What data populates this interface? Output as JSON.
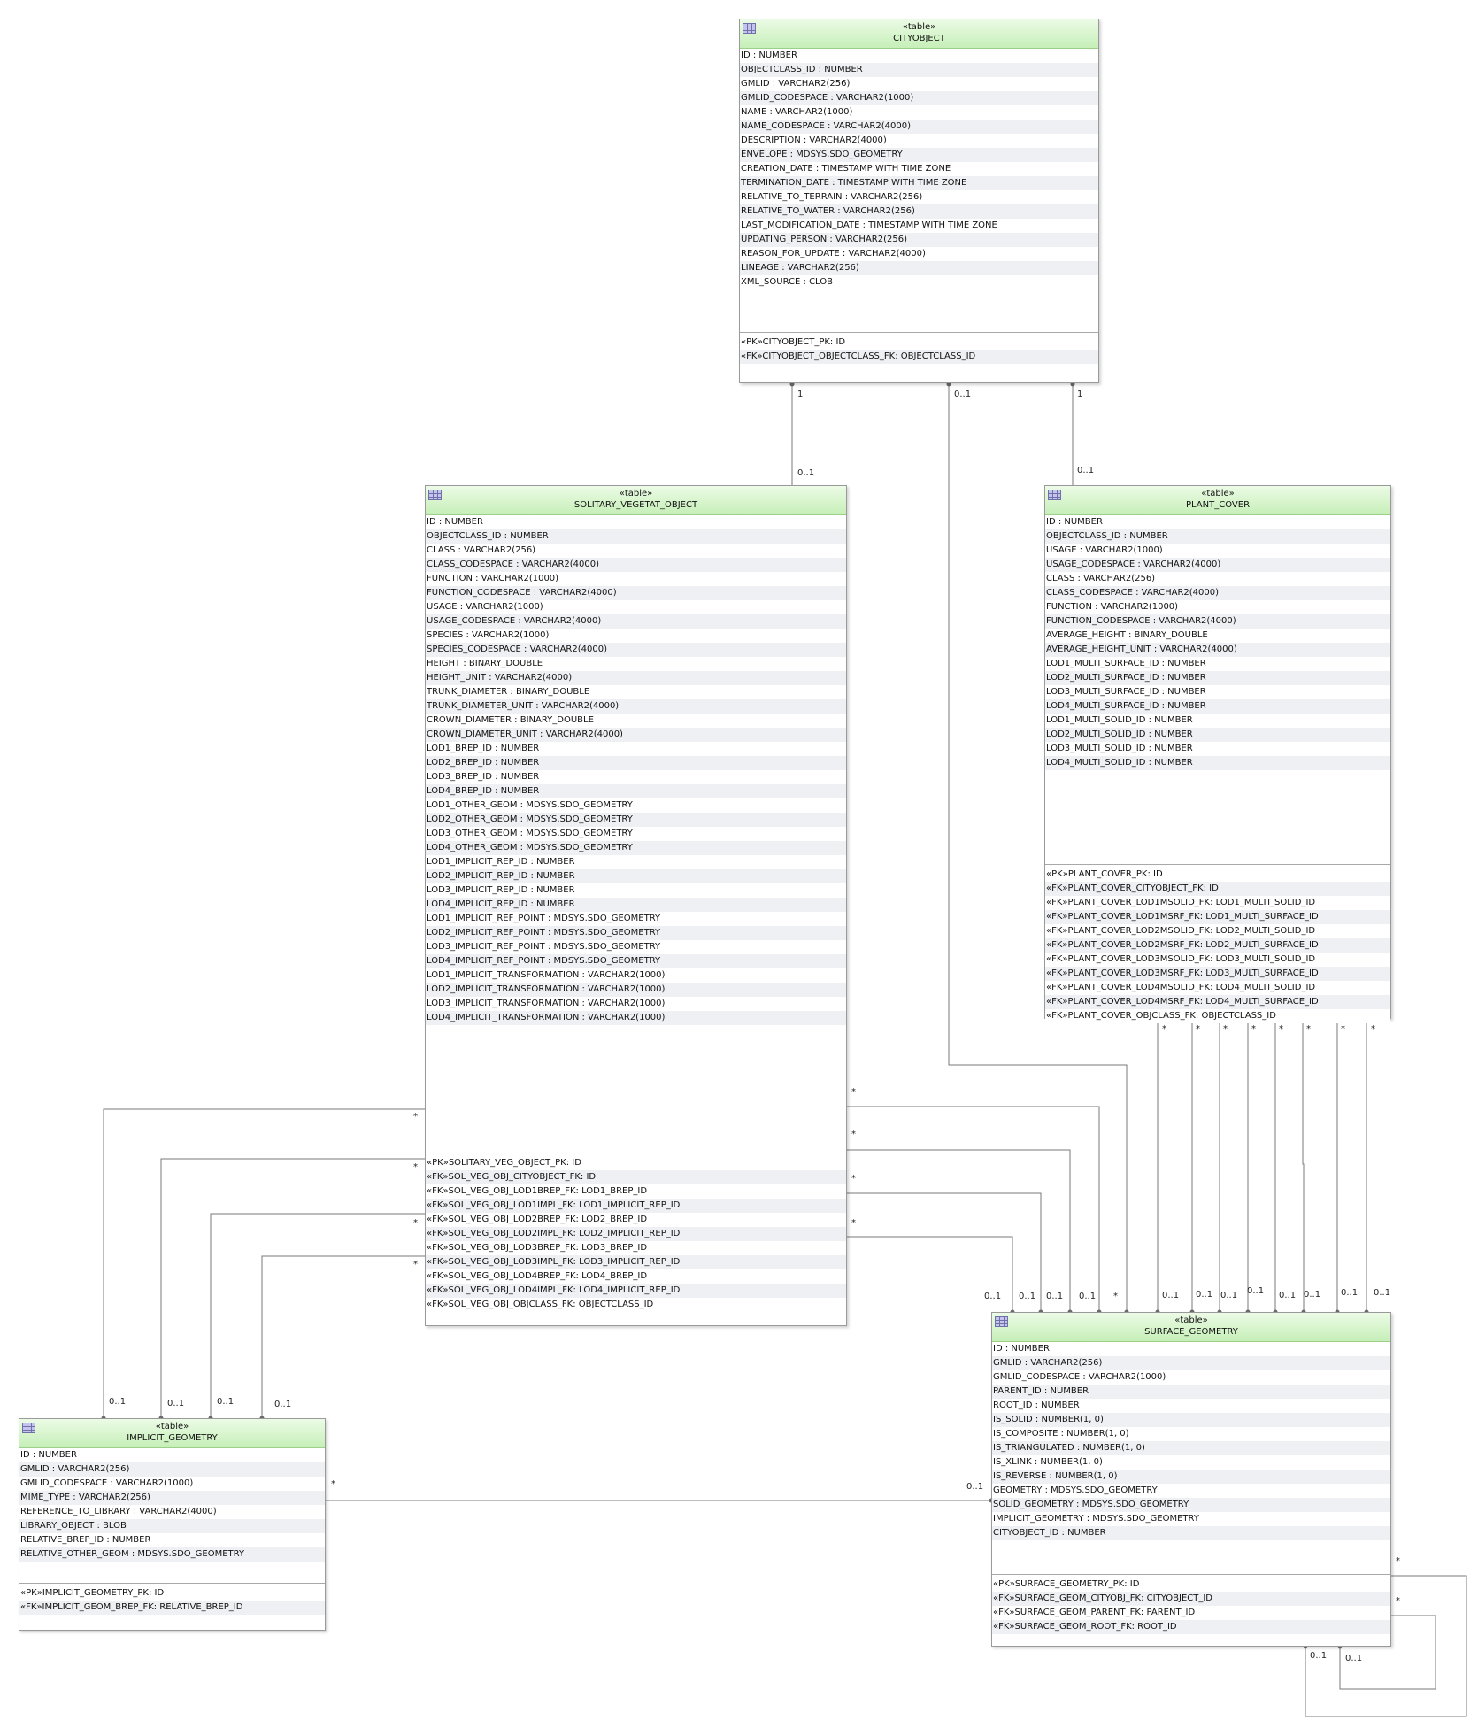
{
  "tables": {
    "cityobject": {
      "stereotype": "«table»",
      "name": "CITYOBJECT",
      "columns": [
        "ID : NUMBER",
        "OBJECTCLASS_ID : NUMBER",
        "GMLID : VARCHAR2(256)",
        "GMLID_CODESPACE : VARCHAR2(1000)",
        "NAME : VARCHAR2(1000)",
        "NAME_CODESPACE : VARCHAR2(4000)",
        "DESCRIPTION : VARCHAR2(4000)",
        "ENVELOPE : MDSYS.SDO_GEOMETRY",
        "CREATION_DATE : TIMESTAMP WITH TIME ZONE",
        "TERMINATION_DATE : TIMESTAMP WITH TIME ZONE",
        "RELATIVE_TO_TERRAIN : VARCHAR2(256)",
        "RELATIVE_TO_WATER : VARCHAR2(256)",
        "LAST_MODIFICATION_DATE : TIMESTAMP WITH TIME ZONE",
        "UPDATING_PERSON : VARCHAR2(256)",
        "REASON_FOR_UPDATE : VARCHAR2(4000)",
        "LINEAGE : VARCHAR2(256)",
        "XML_SOURCE : CLOB"
      ],
      "keys": [
        "«PK»CITYOBJECT_PK: ID",
        "«FK»CITYOBJECT_OBJECTCLASS_FK: OBJECTCLASS_ID"
      ]
    },
    "solitary": {
      "stereotype": "«table»",
      "name": "SOLITARY_VEGETAT_OBJECT",
      "columns": [
        "ID : NUMBER",
        "OBJECTCLASS_ID : NUMBER",
        "CLASS : VARCHAR2(256)",
        "CLASS_CODESPACE : VARCHAR2(4000)",
        "FUNCTION : VARCHAR2(1000)",
        "FUNCTION_CODESPACE : VARCHAR2(4000)",
        "USAGE : VARCHAR2(1000)",
        "USAGE_CODESPACE : VARCHAR2(4000)",
        "SPECIES : VARCHAR2(1000)",
        "SPECIES_CODESPACE : VARCHAR2(4000)",
        "HEIGHT : BINARY_DOUBLE",
        "HEIGHT_UNIT : VARCHAR2(4000)",
        "TRUNK_DIAMETER : BINARY_DOUBLE",
        "TRUNK_DIAMETER_UNIT : VARCHAR2(4000)",
        "CROWN_DIAMETER : BINARY_DOUBLE",
        "CROWN_DIAMETER_UNIT : VARCHAR2(4000)",
        "LOD1_BREP_ID : NUMBER",
        "LOD2_BREP_ID : NUMBER",
        "LOD3_BREP_ID : NUMBER",
        "LOD4_BREP_ID : NUMBER",
        "LOD1_OTHER_GEOM : MDSYS.SDO_GEOMETRY",
        "LOD2_OTHER_GEOM : MDSYS.SDO_GEOMETRY",
        "LOD3_OTHER_GEOM : MDSYS.SDO_GEOMETRY",
        "LOD4_OTHER_GEOM : MDSYS.SDO_GEOMETRY",
        "LOD1_IMPLICIT_REP_ID : NUMBER",
        "LOD2_IMPLICIT_REP_ID : NUMBER",
        "LOD3_IMPLICIT_REP_ID : NUMBER",
        "LOD4_IMPLICIT_REP_ID : NUMBER",
        "LOD1_IMPLICIT_REF_POINT : MDSYS.SDO_GEOMETRY",
        "LOD2_IMPLICIT_REF_POINT : MDSYS.SDO_GEOMETRY",
        "LOD3_IMPLICIT_REF_POINT : MDSYS.SDO_GEOMETRY",
        "LOD4_IMPLICIT_REF_POINT : MDSYS.SDO_GEOMETRY",
        "LOD1_IMPLICIT_TRANSFORMATION : VARCHAR2(1000)",
        "LOD2_IMPLICIT_TRANSFORMATION : VARCHAR2(1000)",
        "LOD3_IMPLICIT_TRANSFORMATION : VARCHAR2(1000)",
        "LOD4_IMPLICIT_TRANSFORMATION : VARCHAR2(1000)"
      ],
      "keys": [
        "«PK»SOLITARY_VEG_OBJECT_PK: ID",
        "«FK»SOL_VEG_OBJ_CITYOBJECT_FK: ID",
        "«FK»SOL_VEG_OBJ_LOD1BREP_FK: LOD1_BREP_ID",
        "«FK»SOL_VEG_OBJ_LOD1IMPL_FK: LOD1_IMPLICIT_REP_ID",
        "«FK»SOL_VEG_OBJ_LOD2BREP_FK: LOD2_BREP_ID",
        "«FK»SOL_VEG_OBJ_LOD2IMPL_FK: LOD2_IMPLICIT_REP_ID",
        "«FK»SOL_VEG_OBJ_LOD3BREP_FK: LOD3_BREP_ID",
        "«FK»SOL_VEG_OBJ_LOD3IMPL_FK: LOD3_IMPLICIT_REP_ID",
        "«FK»SOL_VEG_OBJ_LOD4BREP_FK: LOD4_BREP_ID",
        "«FK»SOL_VEG_OBJ_LOD4IMPL_FK: LOD4_IMPLICIT_REP_ID",
        "«FK»SOL_VEG_OBJ_OBJCLASS_FK: OBJECTCLASS_ID"
      ]
    },
    "plant_cover": {
      "stereotype": "«table»",
      "name": "PLANT_COVER",
      "columns": [
        "ID : NUMBER",
        "OBJECTCLASS_ID : NUMBER",
        "USAGE : VARCHAR2(1000)",
        "USAGE_CODESPACE : VARCHAR2(4000)",
        "CLASS : VARCHAR2(256)",
        "CLASS_CODESPACE : VARCHAR2(4000)",
        "FUNCTION : VARCHAR2(1000)",
        "FUNCTION_CODESPACE : VARCHAR2(4000)",
        "AVERAGE_HEIGHT : BINARY_DOUBLE",
        "AVERAGE_HEIGHT_UNIT : VARCHAR2(4000)",
        "LOD1_MULTI_SURFACE_ID : NUMBER",
        "LOD2_MULTI_SURFACE_ID : NUMBER",
        "LOD3_MULTI_SURFACE_ID : NUMBER",
        "LOD4_MULTI_SURFACE_ID : NUMBER",
        "LOD1_MULTI_SOLID_ID : NUMBER",
        "LOD2_MULTI_SOLID_ID : NUMBER",
        "LOD3_MULTI_SOLID_ID : NUMBER",
        "LOD4_MULTI_SOLID_ID : NUMBER"
      ],
      "keys": [
        "«PK»PLANT_COVER_PK: ID",
        "«FK»PLANT_COVER_CITYOBJECT_FK: ID",
        "«FK»PLANT_COVER_LOD1MSOLID_FK: LOD1_MULTI_SOLID_ID",
        "«FK»PLANT_COVER_LOD1MSRF_FK: LOD1_MULTI_SURFACE_ID",
        "«FK»PLANT_COVER_LOD2MSOLID_FK: LOD2_MULTI_SOLID_ID",
        "«FK»PLANT_COVER_LOD2MSRF_FK: LOD2_MULTI_SURFACE_ID",
        "«FK»PLANT_COVER_LOD3MSOLID_FK: LOD3_MULTI_SOLID_ID",
        "«FK»PLANT_COVER_LOD3MSRF_FK: LOD3_MULTI_SURFACE_ID",
        "«FK»PLANT_COVER_LOD4MSOLID_FK: LOD4_MULTI_SOLID_ID",
        "«FK»PLANT_COVER_LOD4MSRF_FK: LOD4_MULTI_SURFACE_ID",
        "«FK»PLANT_COVER_OBJCLASS_FK: OBJECTCLASS_ID"
      ]
    },
    "implicit": {
      "stereotype": "«table»",
      "name": "IMPLICIT_GEOMETRY",
      "columns": [
        "ID : NUMBER",
        "GMLID : VARCHAR2(256)",
        "GMLID_CODESPACE : VARCHAR2(1000)",
        "MIME_TYPE : VARCHAR2(256)",
        "REFERENCE_TO_LIBRARY : VARCHAR2(4000)",
        "LIBRARY_OBJECT : BLOB",
        "RELATIVE_BREP_ID : NUMBER",
        "RELATIVE_OTHER_GEOM : MDSYS.SDO_GEOMETRY"
      ],
      "keys": [
        "«PK»IMPLICIT_GEOMETRY_PK: ID",
        "«FK»IMPLICIT_GEOM_BREP_FK: RELATIVE_BREP_ID"
      ]
    },
    "surface": {
      "stereotype": "«table»",
      "name": "SURFACE_GEOMETRY",
      "columns": [
        "ID : NUMBER",
        "GMLID : VARCHAR2(256)",
        "GMLID_CODESPACE : VARCHAR2(1000)",
        "PARENT_ID : NUMBER",
        "ROOT_ID : NUMBER",
        "IS_SOLID : NUMBER(1, 0)",
        "IS_COMPOSITE : NUMBER(1, 0)",
        "IS_TRIANGULATED : NUMBER(1, 0)",
        "IS_XLINK : NUMBER(1, 0)",
        "IS_REVERSE : NUMBER(1, 0)",
        "GEOMETRY : MDSYS.SDO_GEOMETRY",
        "SOLID_GEOMETRY : MDSYS.SDO_GEOMETRY",
        "IMPLICIT_GEOMETRY : MDSYS.SDO_GEOMETRY",
        "CITYOBJECT_ID : NUMBER"
      ],
      "keys": [
        "«PK»SURFACE_GEOMETRY_PK: ID",
        "«FK»SURFACE_GEOM_CITYOBJ_FK: CITYOBJECT_ID",
        "«FK»SURFACE_GEOM_PARENT_FK: PARENT_ID",
        "«FK»SURFACE_GEOM_ROOT_FK: ROOT_ID"
      ]
    }
  },
  "multiplicities": {
    "one": "1",
    "zero_one": "0..1",
    "many": "*"
  }
}
